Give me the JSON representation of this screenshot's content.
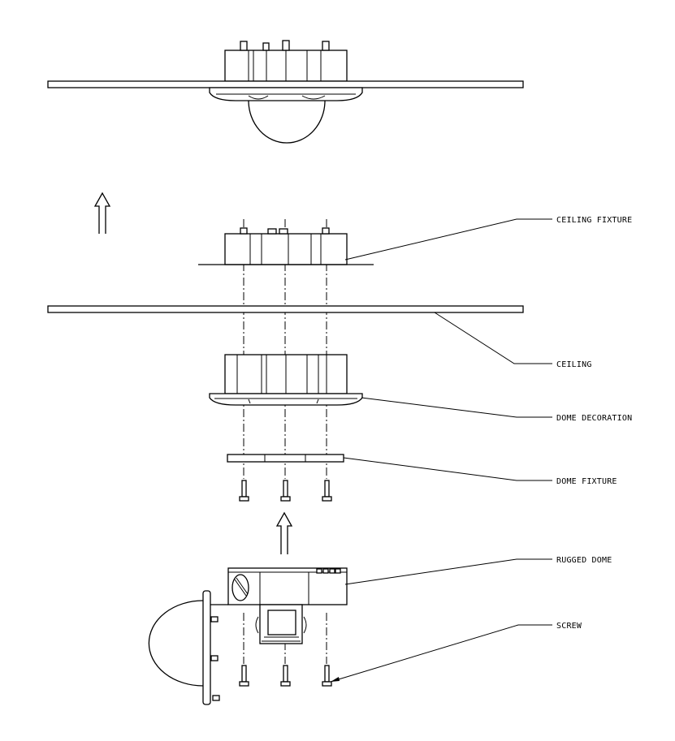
{
  "labels": {
    "ceiling_fixture": "CEILING FIXTURE",
    "ceiling": "CEILING",
    "dome_decoration": "DOME DECORATION",
    "dome_fixture": "DOME FIXTURE",
    "rugged_dome": "RUGGED DOME",
    "screw": "SCREW"
  }
}
